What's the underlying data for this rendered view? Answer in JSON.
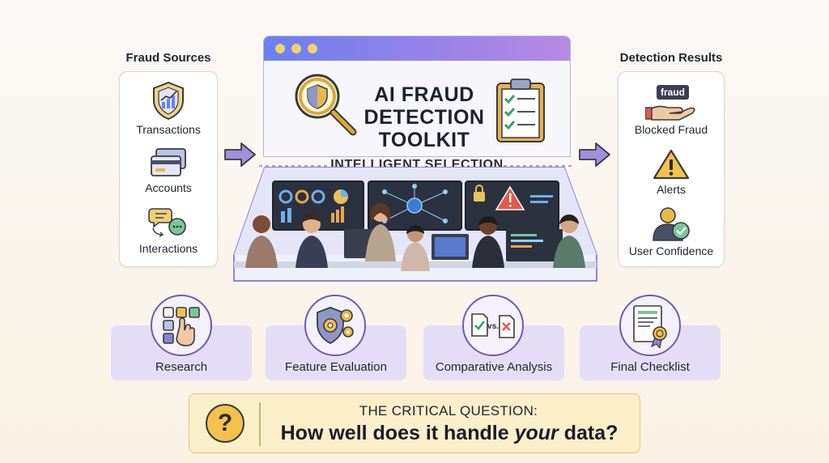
{
  "left_panel": {
    "title": "Fraud Sources",
    "items": [
      {
        "label": "Transactions",
        "icon": "shield-chart-icon"
      },
      {
        "label": "Accounts",
        "icon": "credit-cards-icon"
      },
      {
        "label": "Interactions",
        "icon": "chat-bubbles-icon"
      }
    ]
  },
  "right_panel": {
    "title": "Detection Results",
    "items": [
      {
        "label": "Blocked Fraud",
        "icon": "fraud-hand-icon",
        "tag": "fraud"
      },
      {
        "label": "Alerts",
        "icon": "warning-icon"
      },
      {
        "label": "User Confidence",
        "icon": "user-check-icon"
      }
    ]
  },
  "toolkit": {
    "title_lines": [
      "AI FRAUD",
      "DETECTION",
      "TOOLKIT"
    ],
    "subtitle": "INTELLIGENT SELECTION"
  },
  "steps": [
    {
      "label": "Research",
      "icon": "research-icon"
    },
    {
      "label": "Feature Evaluation",
      "icon": "gear-shield-icon"
    },
    {
      "label": "Comparative Analysis",
      "icon": "versus-docs-icon"
    },
    {
      "label": "Final Checklist",
      "icon": "certificate-icon"
    }
  ],
  "steps_vs": "vs.",
  "question": {
    "symbol": "?",
    "title": "THE CRITICAL QUESTION:",
    "text_before": "How well does it handle ",
    "text_emphasis": "your",
    "text_after": " data?"
  },
  "colors": {
    "accent_purple": "#6d5bb6",
    "card_bg": "#e5ddf6",
    "titlebar_start": "#6b7ff0",
    "titlebar_end": "#b78ae6",
    "question_bg": "#faefc9",
    "question_circle": "#f3c24d"
  }
}
